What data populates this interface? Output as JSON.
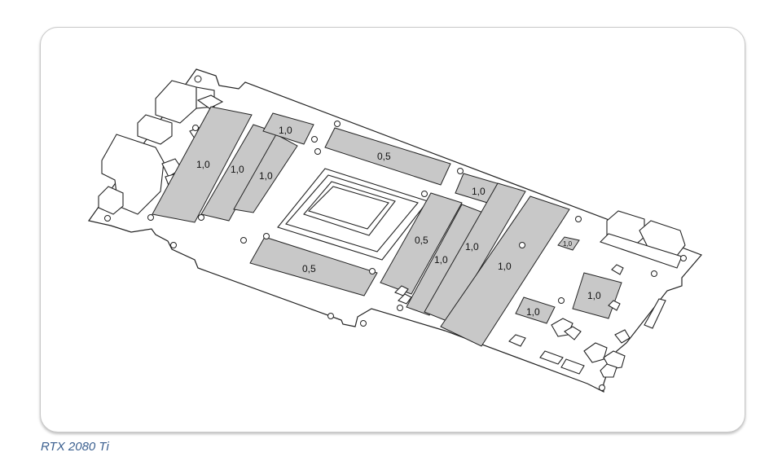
{
  "caption": "RTX 2080 Ti",
  "pad_labels": {
    "left_1": "1,0",
    "left_2": "1,0",
    "left_3": "1,0",
    "left_top": "1,0",
    "top_center": "0,5",
    "bottom_center": "0,5",
    "right_small": "1,0",
    "right_half": "0,5",
    "right_a": "1,0",
    "right_b": "1,0",
    "right_c": "1,0",
    "tiny": "1,0",
    "mid_right": "1,0",
    "lower_right": "1,0"
  }
}
